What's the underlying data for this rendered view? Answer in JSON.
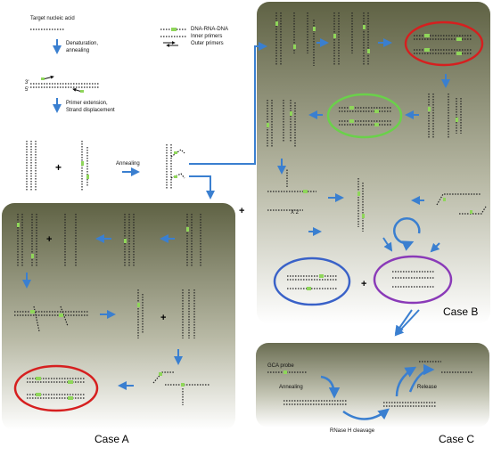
{
  "labels": {
    "target": "Target nucleic acid",
    "denat1": "Denaturation,",
    "denat2": "annealing",
    "three_prime": "3'",
    "five_prime": "5'",
    "ext1": "Primer extension,",
    "ext2": "Strand displacement",
    "annealing_mid": "Annealing",
    "x2": "X 2",
    "plus": "+",
    "gca_probe": "GCA probe",
    "annealing_c": "Annealing",
    "release": "Release",
    "rnase": "RNase H cleavage"
  },
  "legend": {
    "drd": "DNA-RNA-DNA",
    "inner": "Inner primers",
    "outer": "Outer primers"
  },
  "cases": {
    "a": "Case A",
    "b": "Case B",
    "c": "Case C"
  },
  "colors": {
    "arrow": "#3a7fd0",
    "green_mark": "#8fd65a",
    "red_oval": "#d61f1f",
    "green_oval": "#6ad14a",
    "blue_oval": "#3a62c8",
    "purple_oval": "#8a3ab8",
    "panel_top": "#5f6244",
    "panel_bottom": "#ffffff"
  }
}
